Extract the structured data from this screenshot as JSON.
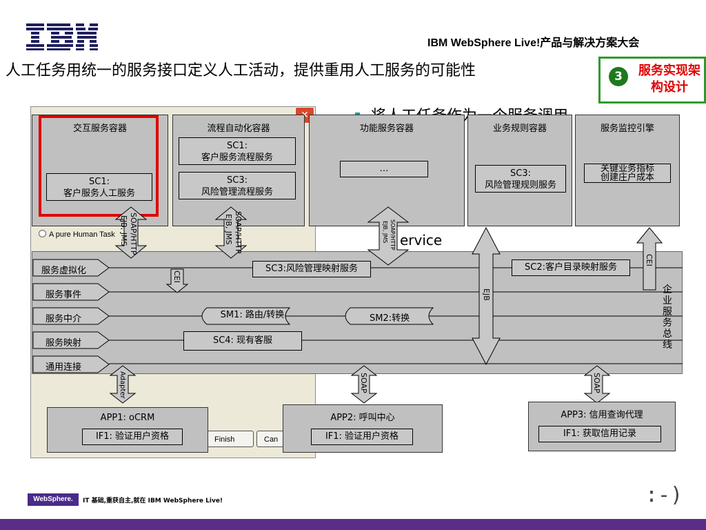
{
  "header": {
    "logo_text": "IBM",
    "title": "IBM WebSphere Live!产品与解决方案大会"
  },
  "slide": {
    "title": "人工任务用统一的服务接口定义人工活动，提供重用人工服务的可能性",
    "badge_num": "3",
    "badge_text": "服务实现架构设计"
  },
  "background_dialog": {
    "radio_label": "A pure Human Task",
    "finish_label": "Finish",
    "cancel_label": "Can"
  },
  "background_text": {
    "bullet": "将人工任务作为一个服务调用",
    "service": "ervice"
  },
  "containers": {
    "interaction": {
      "title": "交互服务容器",
      "sc1_line1": "SC1:",
      "sc1_line2": "客户服务人工服务"
    },
    "process": {
      "title": "流程自动化容器",
      "sc1_line1": "SC1:",
      "sc1_line2": "客户服务流程服务",
      "sc3_line1": "SC3:",
      "sc3_line2": "风险管理流程服务"
    },
    "function": {
      "title": "功能服务容器",
      "box": "…"
    },
    "rules": {
      "title": "业务规则容器",
      "sc3_line1": "SC3:",
      "sc3_line2": "风险管理规则服务"
    },
    "monitor": {
      "title": "服务监控引擎",
      "kpi_line1": "关键业务指标",
      "kpi_line2": "创建庄户成本"
    }
  },
  "connectors": {
    "soap_http_1": "SOAP/HTTP",
    "ejb_jms_1": "EJB, JMS",
    "soap_http_2": "SOAP/HTTP",
    "ejb_jms_2": "EJB, JMS",
    "soap_http_3": "SOAP/HTTP",
    "ejb_jms_3": "EJB, JMS",
    "cei_1": "CEI",
    "cei_2": "CEI",
    "ejb": "EJB",
    "adapter": "Adapter",
    "soap_app2": "SOAP",
    "soap_app3": "SOAP"
  },
  "bus": {
    "rows": [
      "服务虚拟化",
      "服务事件",
      "服务中介",
      "服务映射",
      "通用连接"
    ],
    "sc3_map": "SC3:风险管理映射服务",
    "sc2_map": "SC2:客户目录映射服务",
    "sm1": "SM1: 路由/转换",
    "sm2": "SM2:转换",
    "sc4": "SC4: 现有客服",
    "side_label": "企业服务总线"
  },
  "apps": {
    "app1": {
      "title": "APP1: oCRM",
      "if": "IF1: 验证用户资格"
    },
    "app2": {
      "title": "APP2: 呼叫中心",
      "if": "IF1: 验证用户资格"
    },
    "app3": {
      "title": "APP3: 信用查询代理",
      "if": "IF1: 获取信用记录"
    }
  },
  "footer": {
    "brand": "WebSphere.",
    "tagline": "IT 基础,重获自主,就在 IBM WebSphere Live!",
    "emoticon": ":-)"
  },
  "colors": {
    "highlight_red": "#e00000",
    "badge_green": "#2e9a2e",
    "footer_purple": "#5a2d86",
    "container_gray": "#c0c0c0"
  }
}
